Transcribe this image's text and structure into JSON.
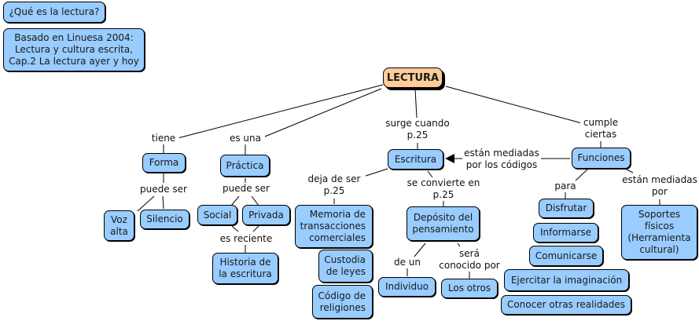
{
  "nodes": {
    "question": "¿Qué es la lectura?",
    "source": "Basado en Linuesa 2004:\nLectura y cultura escrita,\nCap.2 La lectura ayer y hoy",
    "lectura": "LECTURA",
    "forma": "Forma",
    "practica": "Práctica",
    "escritura": "Escritura",
    "funciones": "Funciones",
    "voz_alta": "Voz\nalta",
    "silencio": "Silencio",
    "social": "Social",
    "privada": "Privada",
    "historia": "Historia de\nla escritura",
    "memoria": "Memoria de\ntransacciones\ncomerciales",
    "custodia": "Custodia\nde leyes",
    "codigo": "Código de\nreligiones",
    "deposito": "Depósito del\npensamiento",
    "individuo": "Individuo",
    "otros": "Los otros",
    "disfrutar": "Disfrutar",
    "informarse": "Informarse",
    "comunicarse": "Comunicarse",
    "ejercitar": "Ejercitar la imaginación",
    "conocer": "Conocer otras realidades",
    "soportes": "Soportes\nfísicos\n(Herramienta\ncultural)"
  },
  "links": {
    "tiene": "tiene",
    "es_una": "es una",
    "surge": "surge cuando\np.25",
    "cumple": "cumple\nciertas",
    "puede_ser_1": "puede ser",
    "puede_ser_2": "puede ser",
    "es_reciente": "es reciente",
    "deja": "deja de ser\np.25",
    "convierte": "se convierte en\np.25",
    "mediadas_codigos": "están mediadas\npor los códigos",
    "de_un": "de un",
    "sera": "será\nconocido por",
    "para": "para",
    "mediadas_por": "están mediadas\npor"
  },
  "colors": {
    "concept": "#99ccff",
    "root": "#ffcc99"
  }
}
